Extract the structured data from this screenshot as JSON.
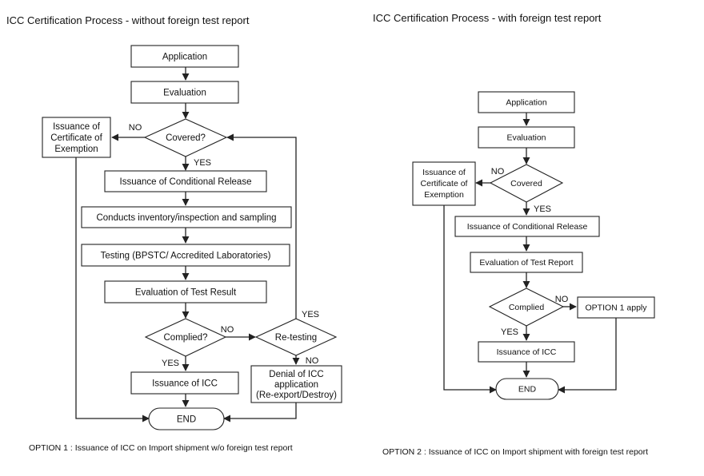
{
  "left": {
    "title": "ICC Certification Process - without foreign test report",
    "caption": "OPTION 1 : Issuance of ICC on Import shipment w/o foreign test report",
    "nodes": {
      "application": "Application",
      "evaluation": "Evaluation",
      "covered": "Covered?",
      "exemption": [
        "Issuance of",
        "Certificate of",
        "Exemption"
      ],
      "conditional": "Issuance of Conditional Release",
      "inventory": "Conducts inventory/inspection and sampling",
      "testing": "Testing (BPSTC/ Accredited Laboratories)",
      "eval_result": "Evaluation of Test Result",
      "complied": "Complied?",
      "retesting": "Re-testing",
      "issuance_icc": "Issuance of ICC",
      "denial": [
        "Denial of ICC",
        "application",
        "(Re-export/Destroy)"
      ],
      "end": "END"
    },
    "labels": {
      "covered_no": "NO",
      "covered_yes": "YES",
      "complied_no": "NO",
      "complied_yes": "YES",
      "retesting_yes": "YES",
      "retesting_no": "NO"
    }
  },
  "right": {
    "title": "ICC Certification Process - with foreign test report",
    "caption": "OPTION 2 : Issuance of ICC on Import shipment with foreign test report",
    "nodes": {
      "application": "Application",
      "evaluation": "Evaluation",
      "covered": "Covered",
      "exemption": [
        "Issuance of",
        "Certificate of",
        "Exemption"
      ],
      "conditional": "Issuance of Conditional Release",
      "eval_report": "Evaluation of Test Report",
      "complied": "Complied",
      "option1": "OPTION 1 apply",
      "issuance_icc": "Issuance of ICC",
      "end": "END"
    },
    "labels": {
      "covered_no": "NO",
      "covered_yes": "YES",
      "complied_no": "NO",
      "complied_yes": "YES"
    }
  }
}
